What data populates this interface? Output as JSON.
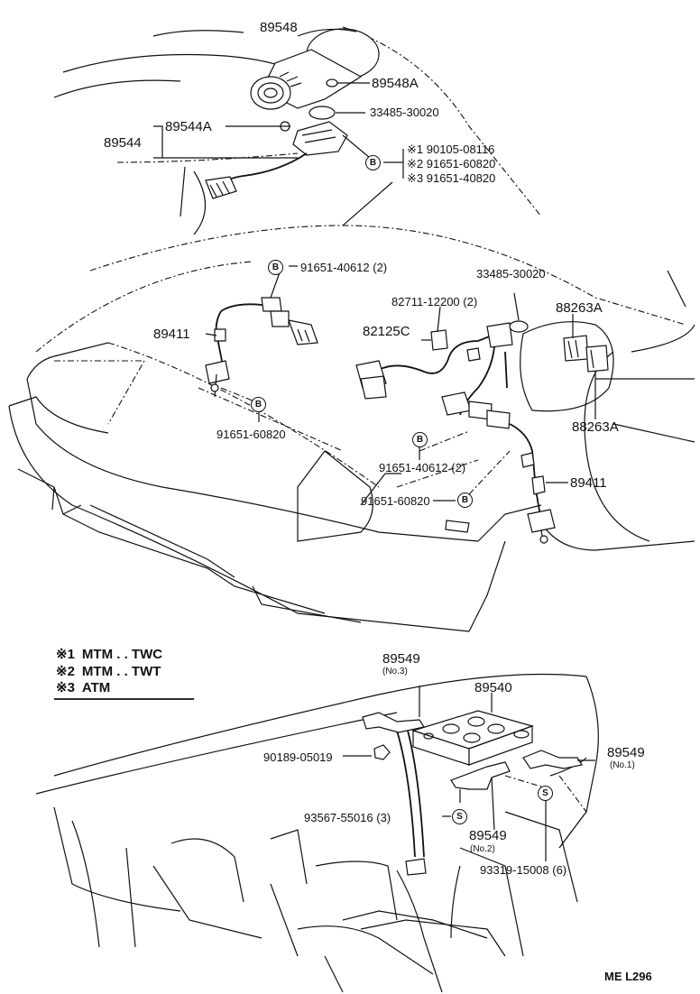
{
  "parts": {
    "p89548": "89548",
    "p89548A": "89548A",
    "p33485_top": "33485-30020",
    "p89544A": "89544A",
    "p89544": "89544",
    "note1": "※1  90105-08116",
    "note2": "※2  91651-60820",
    "note3": "※3  91651-40820",
    "p91651_40612_top": "91651-40612 (2)",
    "p33485_mid": "33485-30020",
    "p82711": "82711-12200 (2)",
    "p88263A_top": "88263A",
    "p89411_left": "89411",
    "p82125C": "82125C",
    "p91651_60820_left": "91651-60820",
    "p88263A_bot": "88263A",
    "p91651_40612_mid": "91651-40612 (2)",
    "p89411_right": "89411",
    "p91651_60820_bot": "91651-60820",
    "p89549_no3": "89549",
    "no3": "(No.3)",
    "p89540": "89540",
    "p89549_no1": "89549",
    "no1": "(No.1)",
    "p90189": "90189-05019",
    "p93567": "93567-55016 (3)",
    "p89549_no2": "89549",
    "no2": "(No.2)",
    "p93319": "93319-15008 (6)"
  },
  "circle_marks": {
    "b": "B",
    "s": "S"
  },
  "legend": {
    "row1_mark": "※1",
    "row1_text": "MTM . . TWC",
    "row2_mark": "※2",
    "row2_text": "MTM . . TWT",
    "row3_mark": "※3",
    "row3_text": "ATM"
  },
  "footer": "ME  L296"
}
